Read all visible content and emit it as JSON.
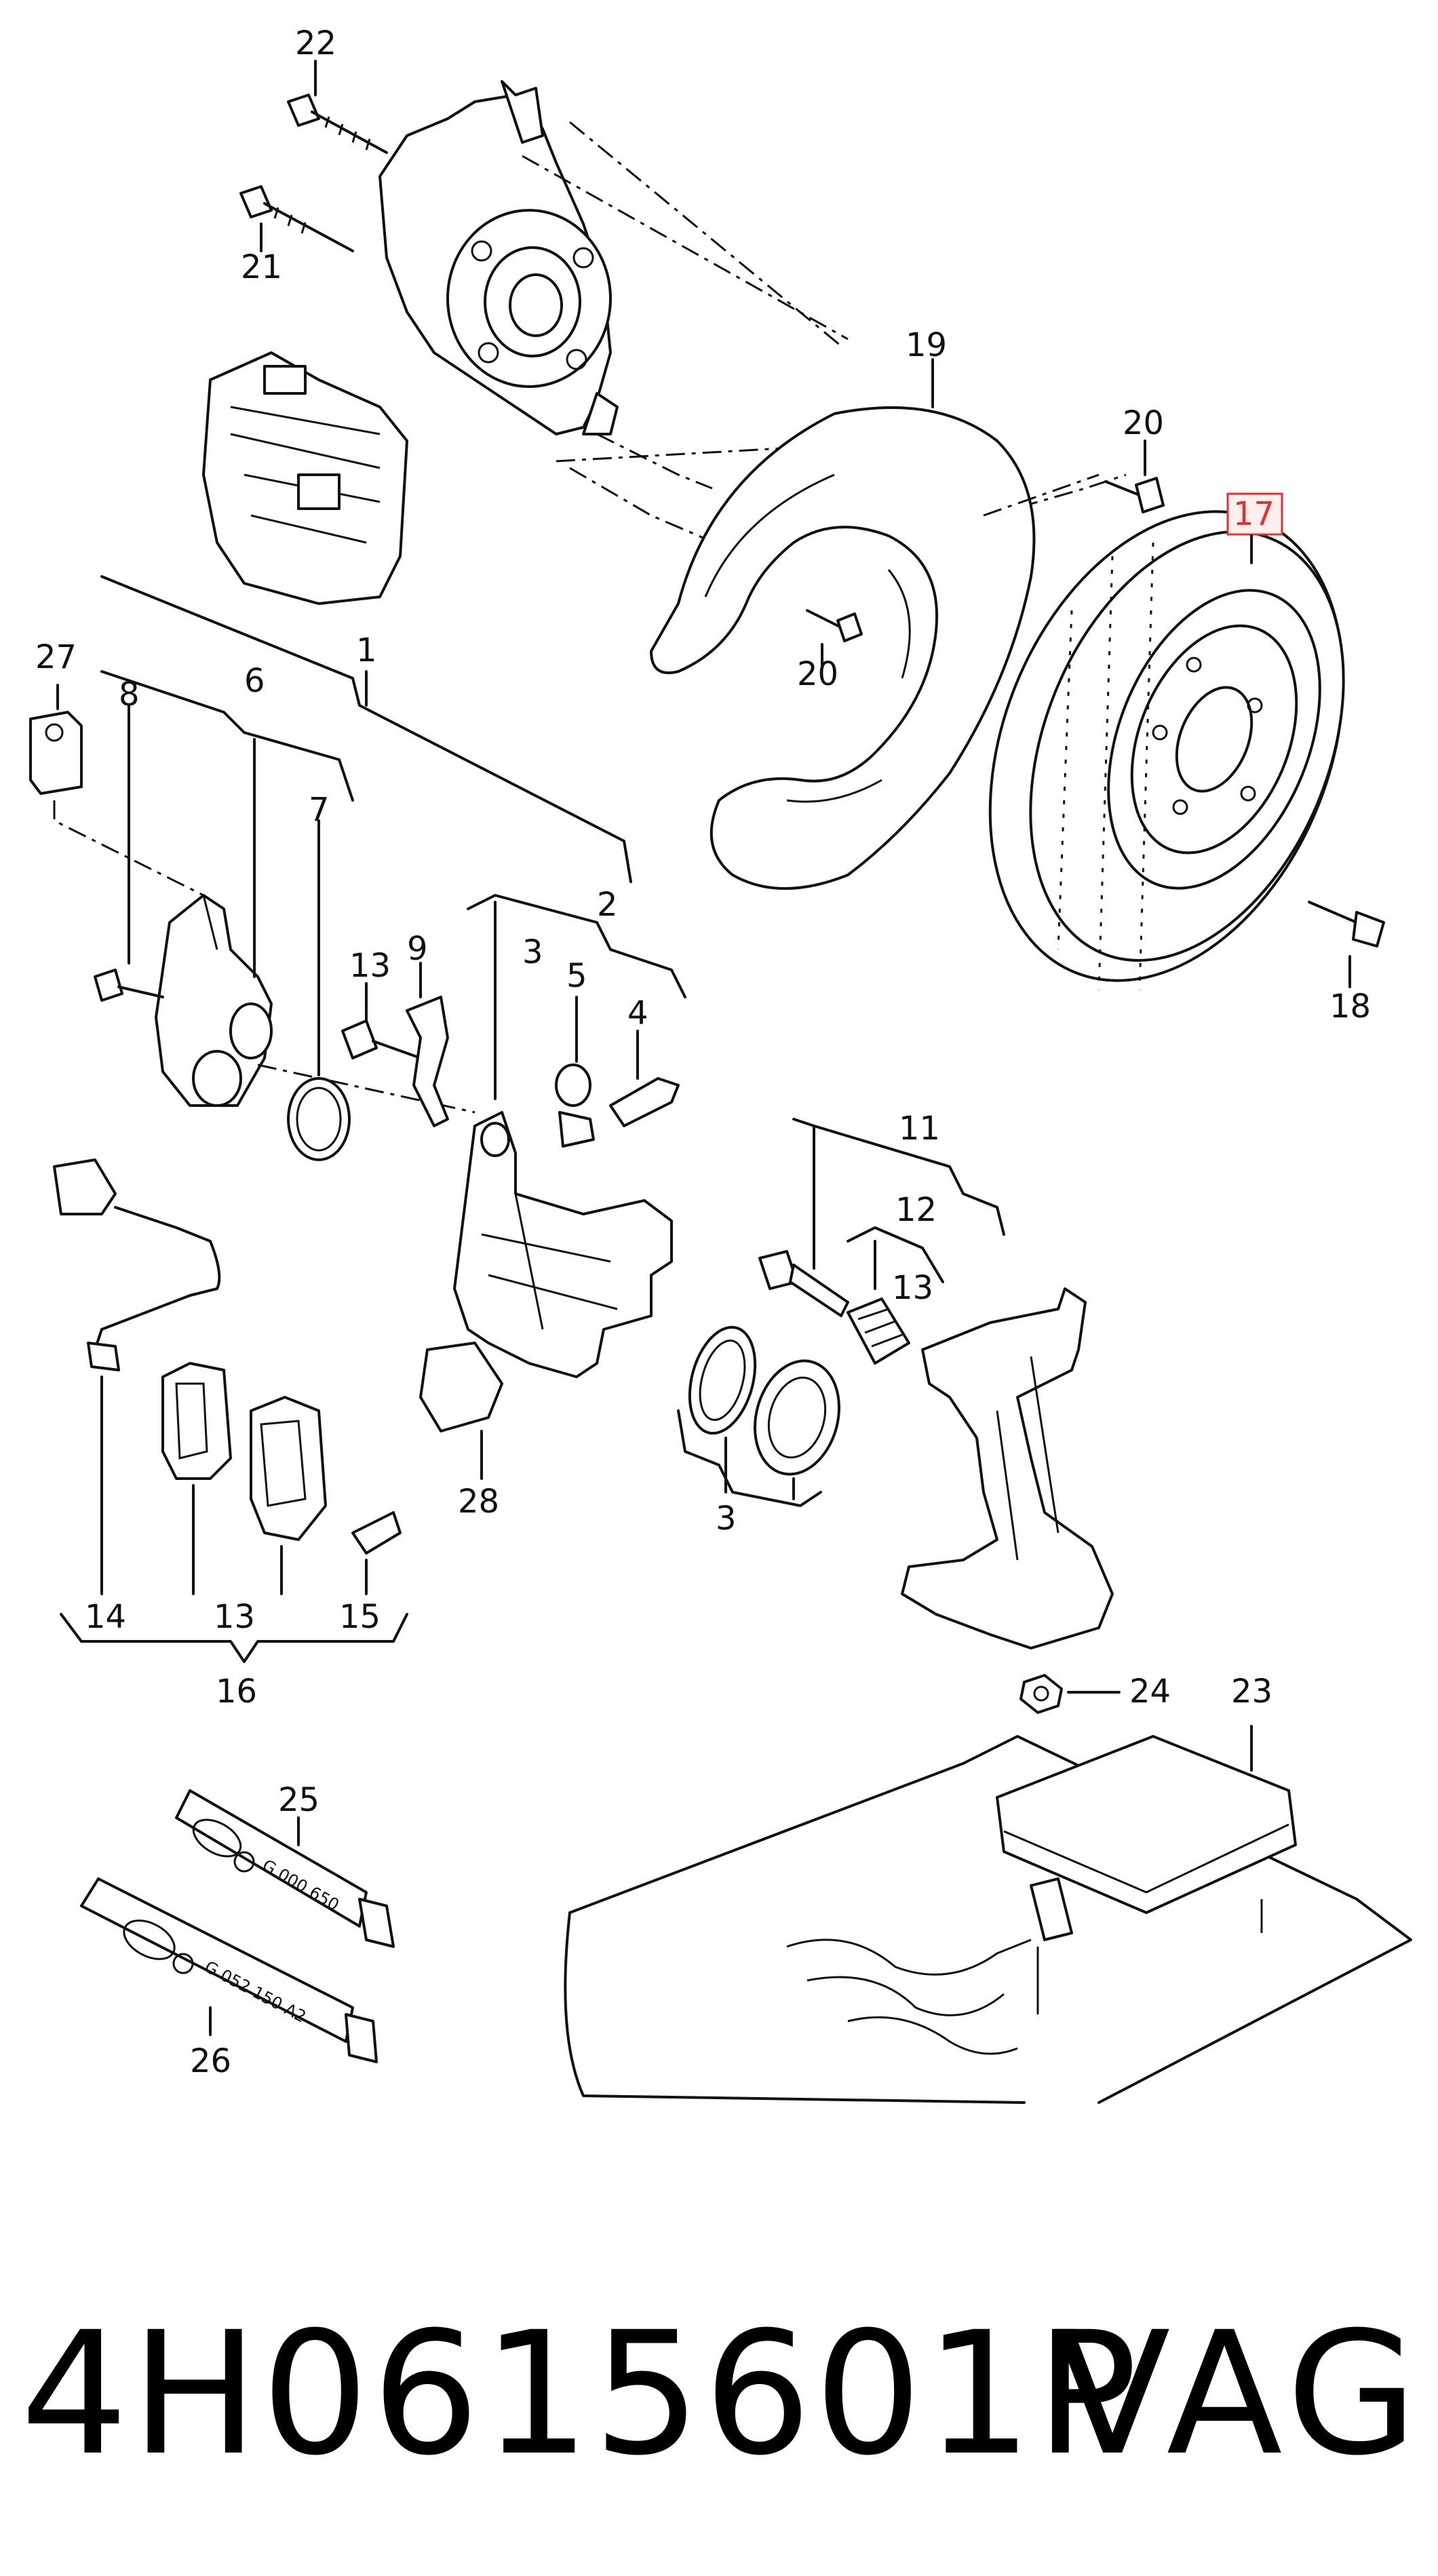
{
  "callouts": {
    "c1": "1",
    "c2": "2",
    "c3a": "3",
    "c3b": "3",
    "c4": "4",
    "c5": "5",
    "c6": "6",
    "c7": "7",
    "c8": "8",
    "c9": "9",
    "c11": "11",
    "c12": "12",
    "c13a": "13",
    "c13b": "13",
    "c13c": "13",
    "c14": "14",
    "c15": "15",
    "c16": "16",
    "c17": "17",
    "c18": "18",
    "c19": "19",
    "c20a": "20",
    "c20b": "20",
    "c21": "21",
    "c22": "22",
    "c23": "23",
    "c24": "24",
    "c25": "25",
    "c26": "26",
    "c27": "27",
    "c28": "28"
  },
  "tube_25_text": "G 000 650",
  "tube_26_text": "G 052 150 A2",
  "caption": {
    "part_number": "4H0615601P",
    "brand": "VAG"
  },
  "highlight_color": "#d33333"
}
